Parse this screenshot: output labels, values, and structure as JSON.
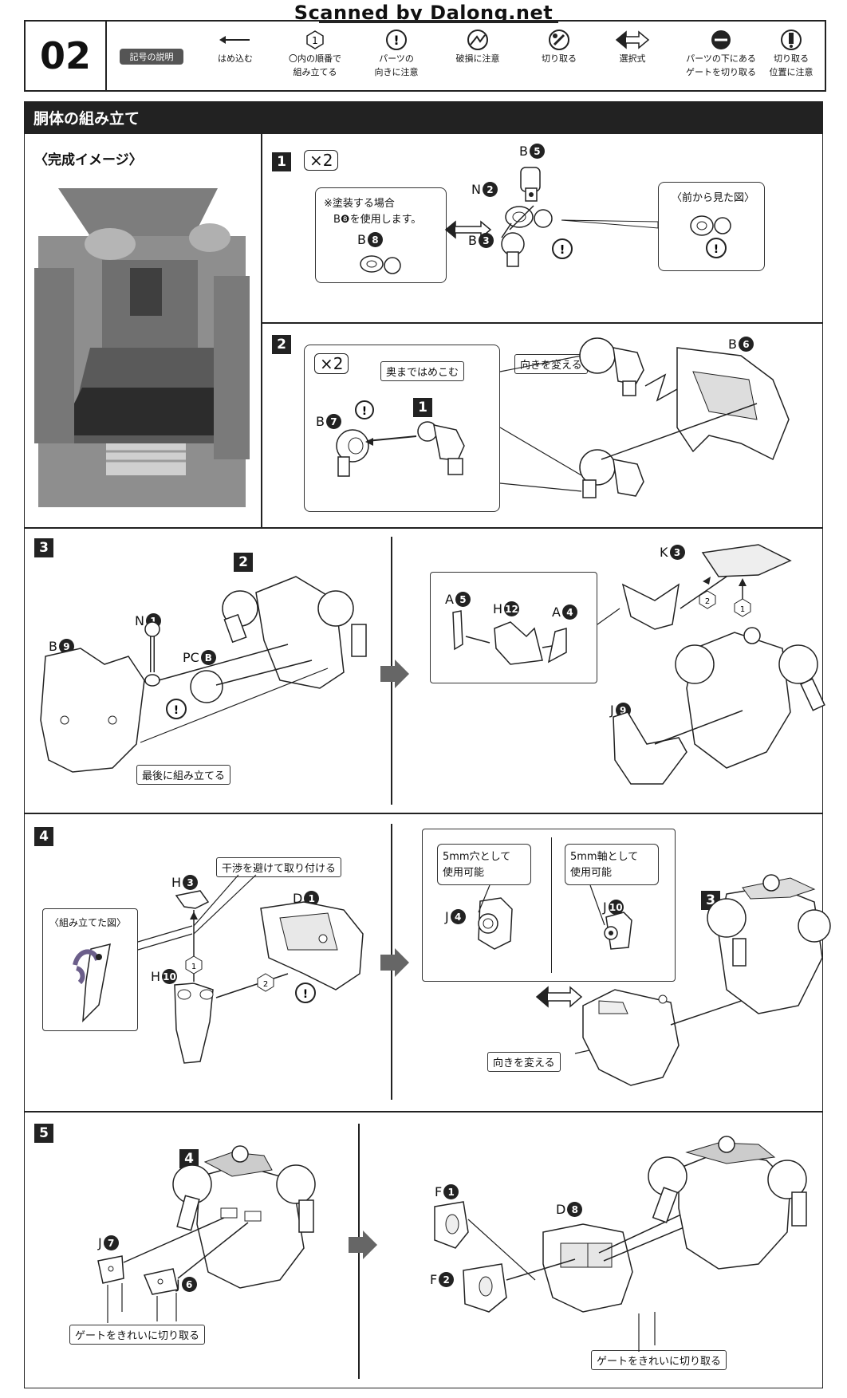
{
  "watermark": "Scanned by Dalong.net",
  "page_number": "02",
  "legend": {
    "badge": "記号の説明",
    "items": [
      {
        "label": "はめ込む",
        "icon": "arrow-left-icon"
      },
      {
        "label": "〇内の順番で\n組み立てる",
        "icon": "circle-number-1-icon",
        "glyph": "1"
      },
      {
        "label": "パーツの\n向きに注意",
        "icon": "exclamation-icon",
        "glyph": "!"
      },
      {
        "label": "破損に注意",
        "icon": "break-warning-icon"
      },
      {
        "label": "切り取る",
        "icon": "cut-icon"
      },
      {
        "label": "選択式",
        "icon": "double-arrow-icon"
      },
      {
        "label": "パーツの下にある\nゲートを切り取る",
        "icon": "gate-cut-icon"
      },
      {
        "label": "切り取る\n位置に注意",
        "icon": "cut-position-icon"
      }
    ]
  },
  "section_title": "胴体の組み立て",
  "completed_image": {
    "label": "〈完成イメージ〉"
  },
  "step1": {
    "num": "1",
    "times": "×2",
    "note_line1": "※塗装する場合",
    "note_line2": "B❽を使用します。",
    "front_view": "〈前から見た図〉",
    "parts": [
      {
        "letter": "B",
        "num": "5"
      },
      {
        "letter": "N",
        "num": "2"
      },
      {
        "letter": "B",
        "num": "3"
      },
      {
        "letter": "B",
        "num": "8"
      }
    ]
  },
  "step2": {
    "num": "2",
    "times": "×2",
    "push_in": "奥まではめこむ",
    "change_direction": "向きを変える",
    "ref_step": "1",
    "parts": [
      {
        "letter": "B",
        "num": "7"
      },
      {
        "letter": "B",
        "num": "6"
      }
    ]
  },
  "step3": {
    "num": "3",
    "ref_step": "2",
    "last_assemble": "最後に組み立てる",
    "order1": "1",
    "order2": "2",
    "parts": [
      {
        "letter": "N",
        "num": "1"
      },
      {
        "letter": "B",
        "num": "9"
      },
      {
        "letter": "PC",
        "num": "B"
      },
      {
        "letter": "A",
        "num": "5"
      },
      {
        "letter": "H",
        "num": "12"
      },
      {
        "letter": "A",
        "num": "4"
      },
      {
        "letter": "K",
        "num": "3"
      },
      {
        "letter": "J",
        "num": "9"
      }
    ]
  },
  "step4": {
    "num": "4",
    "avoid_interference": "干渉を避けて取り付ける",
    "assembled_view": "〈組み立てた図〉",
    "hole_line1": "5mm穴として",
    "hole_line2": "使用可能",
    "shaft_line1": "5mm軸として",
    "shaft_line2": "使用可能",
    "change_direction": "向きを変える",
    "ref_step": "3",
    "order1": "1",
    "order2": "2",
    "parts": [
      {
        "letter": "H",
        "num": "3"
      },
      {
        "letter": "D",
        "num": "1"
      },
      {
        "letter": "H",
        "num": "10"
      },
      {
        "letter": "J",
        "num": "4"
      },
      {
        "letter": "J",
        "num": "10"
      }
    ]
  },
  "step5": {
    "num": "5",
    "ref_step": "4",
    "gate_cut": "ゲートをきれいに切り取る",
    "parts": [
      {
        "letter": "J",
        "num": "7"
      },
      {
        "letter": "J",
        "num": "6"
      },
      {
        "letter": "F",
        "num": "1"
      },
      {
        "letter": "F",
        "num": "2"
      },
      {
        "letter": "D",
        "num": "8"
      }
    ]
  },
  "colors": {
    "ink": "#222222",
    "gray_part": "#d9d9d9",
    "photo": "#8a8a8a"
  }
}
